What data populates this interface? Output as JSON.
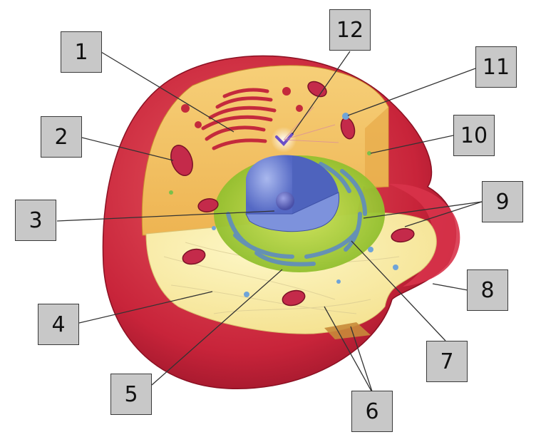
{
  "labels": [
    {
      "id": "l1",
      "text": "1"
    },
    {
      "id": "l2",
      "text": "2"
    },
    {
      "id": "l3",
      "text": "3"
    },
    {
      "id": "l4",
      "text": "4"
    },
    {
      "id": "l5",
      "text": "5"
    },
    {
      "id": "l6",
      "text": "6"
    },
    {
      "id": "l7",
      "text": "7"
    },
    {
      "id": "l8",
      "text": "8"
    },
    {
      "id": "l9",
      "text": "9"
    },
    {
      "id": "l10",
      "text": "10"
    },
    {
      "id": "l11",
      "text": "11"
    },
    {
      "id": "l12",
      "text": "12"
    }
  ],
  "colors": {
    "membrane": "#c8243a",
    "cytoplasm-top": "#f2c265",
    "cytoplasm-floor": "#fbf2b0",
    "nucleus": "#6f86d6",
    "nucleolus": "#6a6fc4",
    "er-green": "#a6cf3c",
    "golgi": "#c42a3c",
    "label-box": "#c8c8c8"
  }
}
